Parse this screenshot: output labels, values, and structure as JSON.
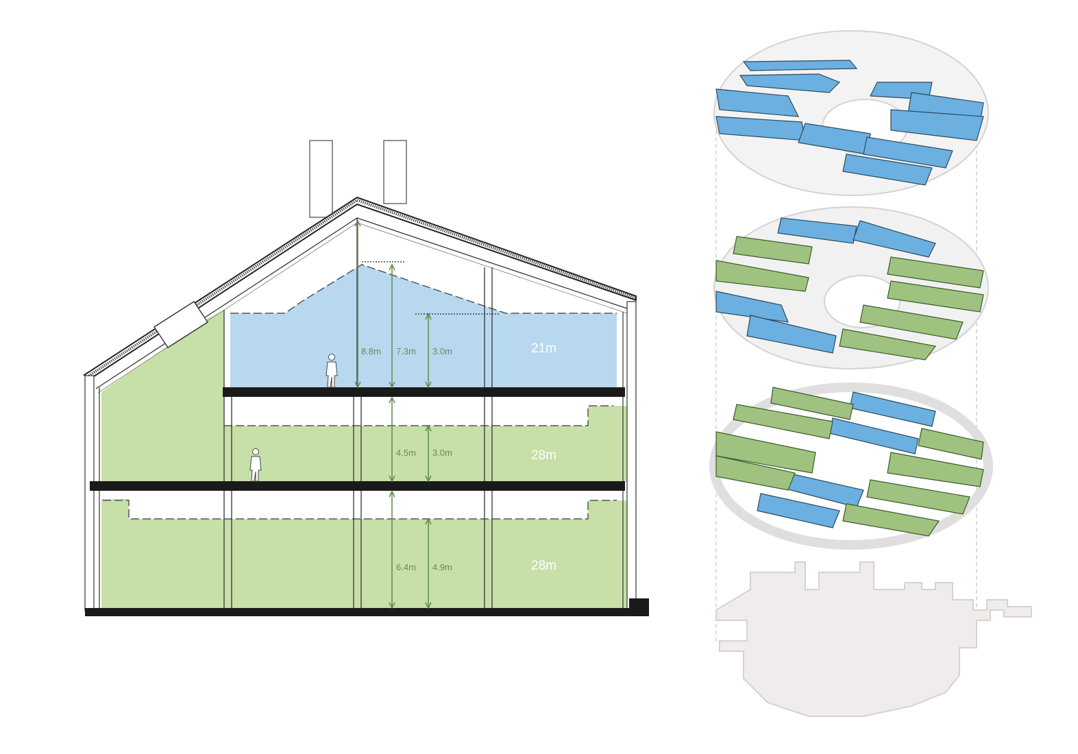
{
  "section": {
    "levels": [
      {
        "area_label": "21m",
        "dims": [
          "8.8m",
          "7.3m",
          "3.0m"
        ]
      },
      {
        "area_label": "28m",
        "dims": [
          "4.5m",
          "3.0m"
        ]
      },
      {
        "area_label": "28m",
        "dims": [
          "6.4m",
          "4.9m"
        ]
      }
    ]
  },
  "colors": {
    "blue_zone": "#b7d8ee",
    "green_zone": "#c6e0a8",
    "plate_blue": "#6bb0e0",
    "plate_green": "#9fc280",
    "floor_gray": "#efeceb",
    "dim_line": "#5f8a4a",
    "structure": "#1a1a1a"
  }
}
